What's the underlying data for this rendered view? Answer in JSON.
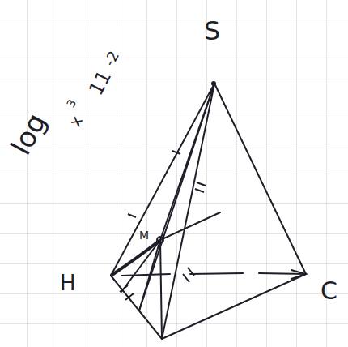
{
  "diagram": {
    "labels": [
      "S",
      "H",
      "C",
      "M",
      "log",
      "x",
      "3",
      "11",
      "-2"
    ]
  }
}
